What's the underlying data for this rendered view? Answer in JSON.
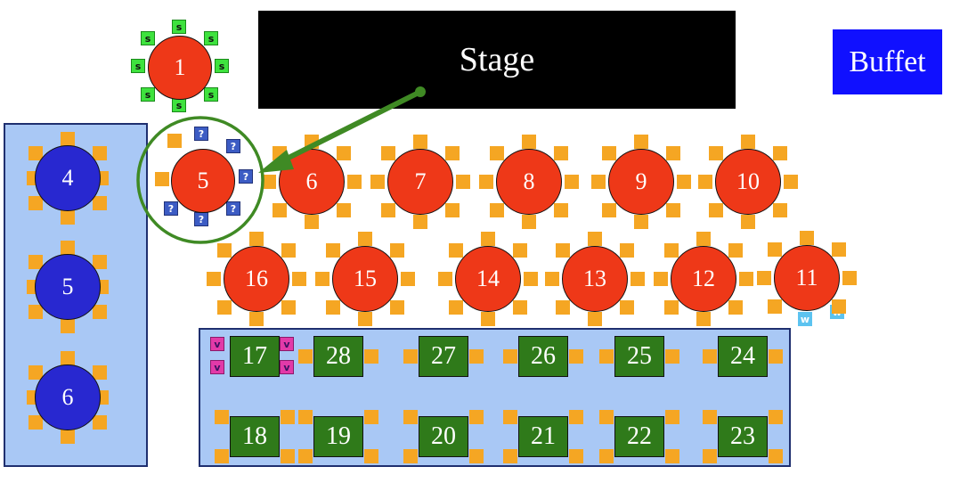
{
  "stage": {
    "label": "Stage"
  },
  "buffet": {
    "label": "Buffet"
  },
  "colors": {
    "round_table": "#ee3818",
    "blue_table": "#2828d0",
    "square_table": "#2f7a1a",
    "seat": "#f5a623",
    "zone": "#a9c8f5",
    "arrow": "#3f8a24",
    "stage": "#000000",
    "buffet": "#1010ff"
  },
  "tag_labels": {
    "s": "s",
    "q": "?",
    "w": "w",
    "v": "v"
  },
  "tables": {
    "t1": "1",
    "t5_highlight": "5",
    "t6": "6",
    "t7": "7",
    "t8": "8",
    "t9": "9",
    "t10": "10",
    "t16": "16",
    "t15": "15",
    "t14": "14",
    "t13": "13",
    "t12": "12",
    "t11": "11",
    "b4": "4",
    "b5": "5",
    "b6": "6",
    "g17": "17",
    "g28": "28",
    "g27": "27",
    "g26": "26",
    "g25": "25",
    "g24": "24",
    "g18": "18",
    "g19": "19",
    "g20": "20",
    "g21": "21",
    "g22": "22",
    "g23": "23"
  }
}
